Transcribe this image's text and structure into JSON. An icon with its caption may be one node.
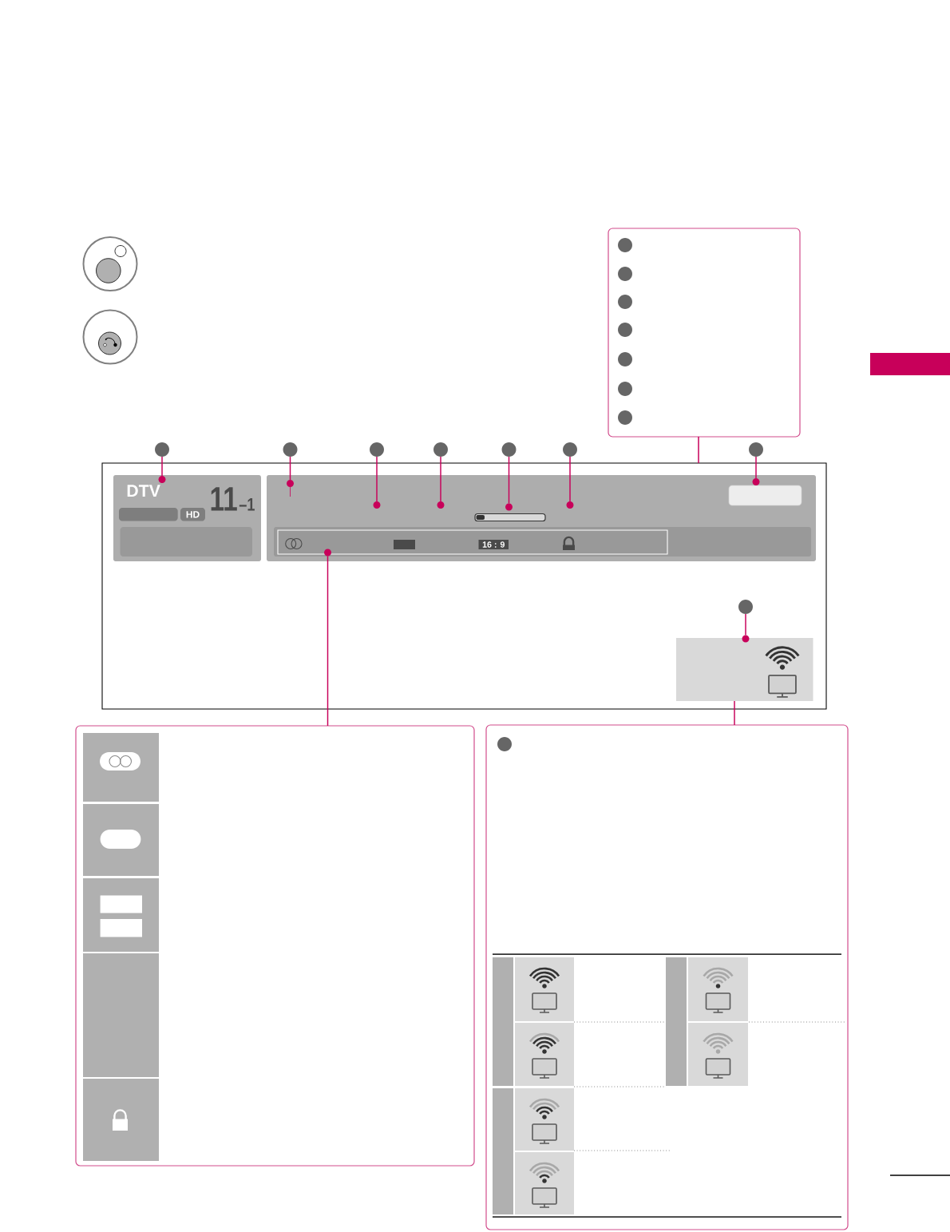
{
  "diagram": {
    "nodes": [
      {
        "text": [],
        "shape": "box"
      },
      {
        "text": [],
        "shape": "circle",
        "in": 0
      },
      {
        "text": [],
        "shape": "circle",
        "in": 0
      },
      {
        "text": [],
        "shape": "circle",
        "in": 0
      },
      {
        "text": [],
        "shape": "circle",
        "in": 0
      },
      {
        "text": [],
        "shape": "circle",
        "in": 0
      },
      {
        "text": [],
        "shape": "circle",
        "in": 0
      },
      {
        "text": [],
        "shape": "circle",
        "in": 0
      },
      {
        "text": [],
        "shape": "circle"
      },
      {
        "text": [],
        "shape": "circle"
      },
      {
        "text": [],
        "shape": "circle"
      },
      {
        "text": [],
        "shape": "circle"
      },
      {
        "text": [],
        "shape": "circle"
      },
      {
        "text": [],
        "shape": "circle"
      },
      {
        "text": [],
        "shape": "circle"
      },
      {
        "text": [],
        "shape": "box"
      },
      {
        "text": [
          "DTV",
          "11",
          "–1"
        ],
        "in": 15
      },
      {
        "text": [
          "HD"
        ],
        "in": 16
      },
      {
        "text": [],
        "shape": "box",
        "in": 15
      },
      {
        "text": [],
        "shape": "bar",
        "in": 18
      },
      {
        "text": [],
        "shape": "box",
        "in": 18
      },
      {
        "text": [],
        "shape": "bar",
        "in": 18
      },
      {
        "text": [],
        "shape": "box",
        "in": 21
      },
      {
        "text": [
          "16 : 9"
        ],
        "in": 22
      },
      {
        "text": [],
        "shape": "circle",
        "in": 15
      },
      {
        "text": [],
        "shape": "box",
        "in": 15
      },
      {
        "text": [],
        "shape": "box"
      },
      {
        "text": [],
        "shape": "box"
      },
      {
        "text": [],
        "shape": "circle",
        "in": 27
      },
      {
        "text": [],
        "shape": "bar"
      },
      {
        "text": [],
        "shape": "bar",
        "in": 27
      },
      {
        "text": [],
        "shape": "bar",
        "in": 27
      },
      {
        "text": [],
        "shape": "bar",
        "in": 27
      },
      {
        "text": [],
        "shape": "circle",
        "in": 16
      },
      {
        "text": [],
        "shape": "circle",
        "in": 18
      },
      {
        "text": [],
        "shape": "circle",
        "in": 18
      },
      {
        "text": [],
        "shape": "circle",
        "in": 18
      },
      {
        "text": [],
        "shape": "circle",
        "in": 18
      },
      {
        "text": [],
        "shape": "circle",
        "in": 18
      },
      {
        "text": [],
        "shape": "circle",
        "in": 18
      },
      {
        "text": [],
        "shape": "circle",
        "in": 21
      },
      {
        "text": [],
        "shape": "circle",
        "in": 15
      }
    ],
    "edges": [
      {
        "from": 0,
        "to": 15,
        "arrow": "none"
      },
      {
        "from": 8,
        "to": 33,
        "arrow": "none"
      },
      {
        "from": 9,
        "to": 34,
        "arrow": "none"
      },
      {
        "from": 10,
        "to": 35,
        "arrow": "none"
      },
      {
        "from": 11,
        "to": 36,
        "arrow": "none"
      },
      {
        "from": 12,
        "to": 37,
        "arrow": "none"
      },
      {
        "from": 13,
        "to": 38,
        "arrow": "none"
      },
      {
        "from": 14,
        "to": 39,
        "arrow": "none"
      },
      {
        "from": 26,
        "to": 40,
        "arrow": "none"
      },
      {
        "from": 24,
        "to": 41,
        "arrow": "none"
      },
      {
        "from": 27,
        "to": 25,
        "arrow": "none"
      }
    ]
  }
}
